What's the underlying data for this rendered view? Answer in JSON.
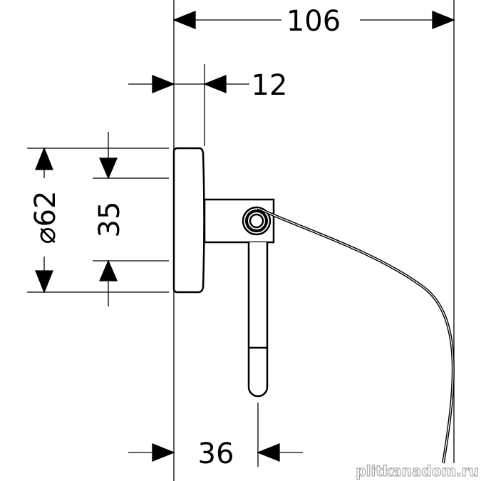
{
  "dimensions": {
    "overall_depth": "106",
    "plate_thickness": "12",
    "plate_diameter": "⌀62",
    "mount_spacing": "35",
    "hook_offset": "36"
  },
  "watermark": "plitkanadom.ru",
  "colors": {
    "line": "#000000",
    "background": "#ffffff"
  }
}
